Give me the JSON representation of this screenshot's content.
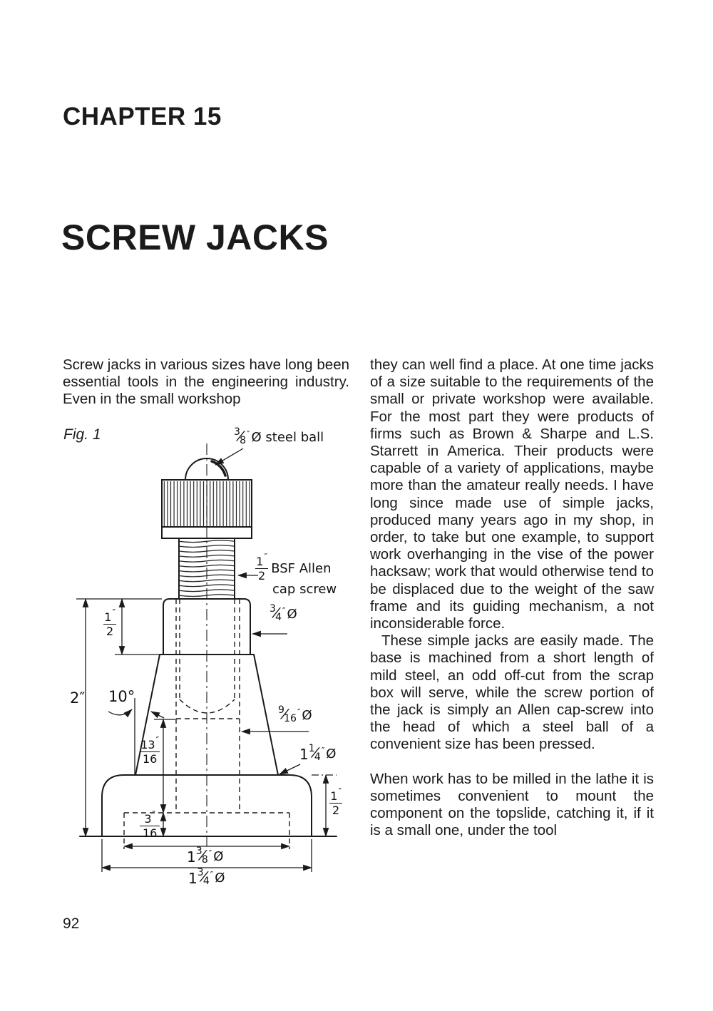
{
  "page": {
    "chapter": "CHAPTER 15",
    "title": "SCREW JACKS",
    "page_number": "92"
  },
  "left_column": {
    "intro": "Screw jacks in various sizes have long been essential tools in the engineering industry. Even in the small workshop",
    "figure_caption": "Fig. 1"
  },
  "right_column": {
    "p1": "they can well find a place. At one time jacks of a size suitable to the requirements of the small or private workshop were available. For the most part they were products of firms such as Brown & Sharpe and L.S. Starrett in America. Their products were capable of a variety of applications, maybe more than the amateur really needs. I have long since made use of simple jacks, produced many years ago in my shop, in order, to take but one example, to support work overhanging in the vise of the power hacksaw; work that would otherwise tend to be displaced due to the weight of the saw frame and its guiding mechanism, a not inconsiderable force.",
    "p2": "These simple jacks are easily made. The base is machined from a short length of mild steel, an odd off-cut from the scrap box will serve, while the screw portion of the jack is simply an Allen cap-screw into the head of which a steel ball of a convenient size has been pressed.",
    "p3": "When work has to be milled in the lathe it is sometimes convenient to mount the component on the topslide, catching it, if it is a small one, under the tool"
  },
  "figure": {
    "labels": {
      "ball": {
        "num": "3",
        "den": "8",
        "inch": "″",
        "suffix": "Ø steel ball"
      },
      "cap_screw": {
        "num": "1",
        "den": "2",
        "inch": "″",
        "rest": "BSF Allen",
        "line2": "cap screw"
      },
      "dia_collar": {
        "num": "3",
        "den": "4",
        "inch": "″",
        "suffix": "Ø"
      },
      "collar_height": {
        "num": "1",
        "den": "2",
        "inch": "″"
      },
      "overall_height": "2″",
      "taper_angle": "10°",
      "bore_depth": {
        "num": "13",
        "den": "16",
        "inch": "″"
      },
      "dia_bore": {
        "num": "9",
        "den": "16",
        "inch": "″",
        "suffix": "Ø"
      },
      "dia_taper": {
        "pre": "1",
        "num": "1",
        "den": "4",
        "inch": "″",
        "suffix": "Ø"
      },
      "base_height": {
        "num": "1",
        "den": "2",
        "inch": "″"
      },
      "recess_depth": {
        "num": "3",
        "den": "16",
        "inch": "″"
      },
      "dia_recess": {
        "pre": "1",
        "num": "3",
        "den": "8",
        "inch": "″",
        "suffix": "Ø"
      },
      "dia_base": {
        "pre": "1",
        "num": "3",
        "den": "4",
        "inch": "″",
        "suffix": "Ø"
      }
    }
  }
}
